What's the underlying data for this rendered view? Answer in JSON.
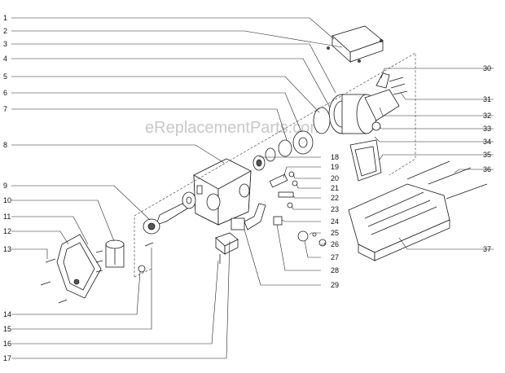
{
  "watermark": "eReplacementParts.com",
  "callouts_left": [
    "1",
    "2",
    "3",
    "4",
    "5",
    "6",
    "7",
    "8",
    "9",
    "10",
    "11",
    "12",
    "13",
    "14",
    "15",
    "16",
    "17"
  ],
  "callouts_right": [
    "30",
    "31",
    "32",
    "33",
    "34",
    "35",
    "36",
    "37"
  ],
  "callouts_middle": [
    "18",
    "19",
    "20",
    "21",
    "22",
    "23",
    "24",
    "25",
    "26",
    "27",
    "28",
    "29"
  ]
}
